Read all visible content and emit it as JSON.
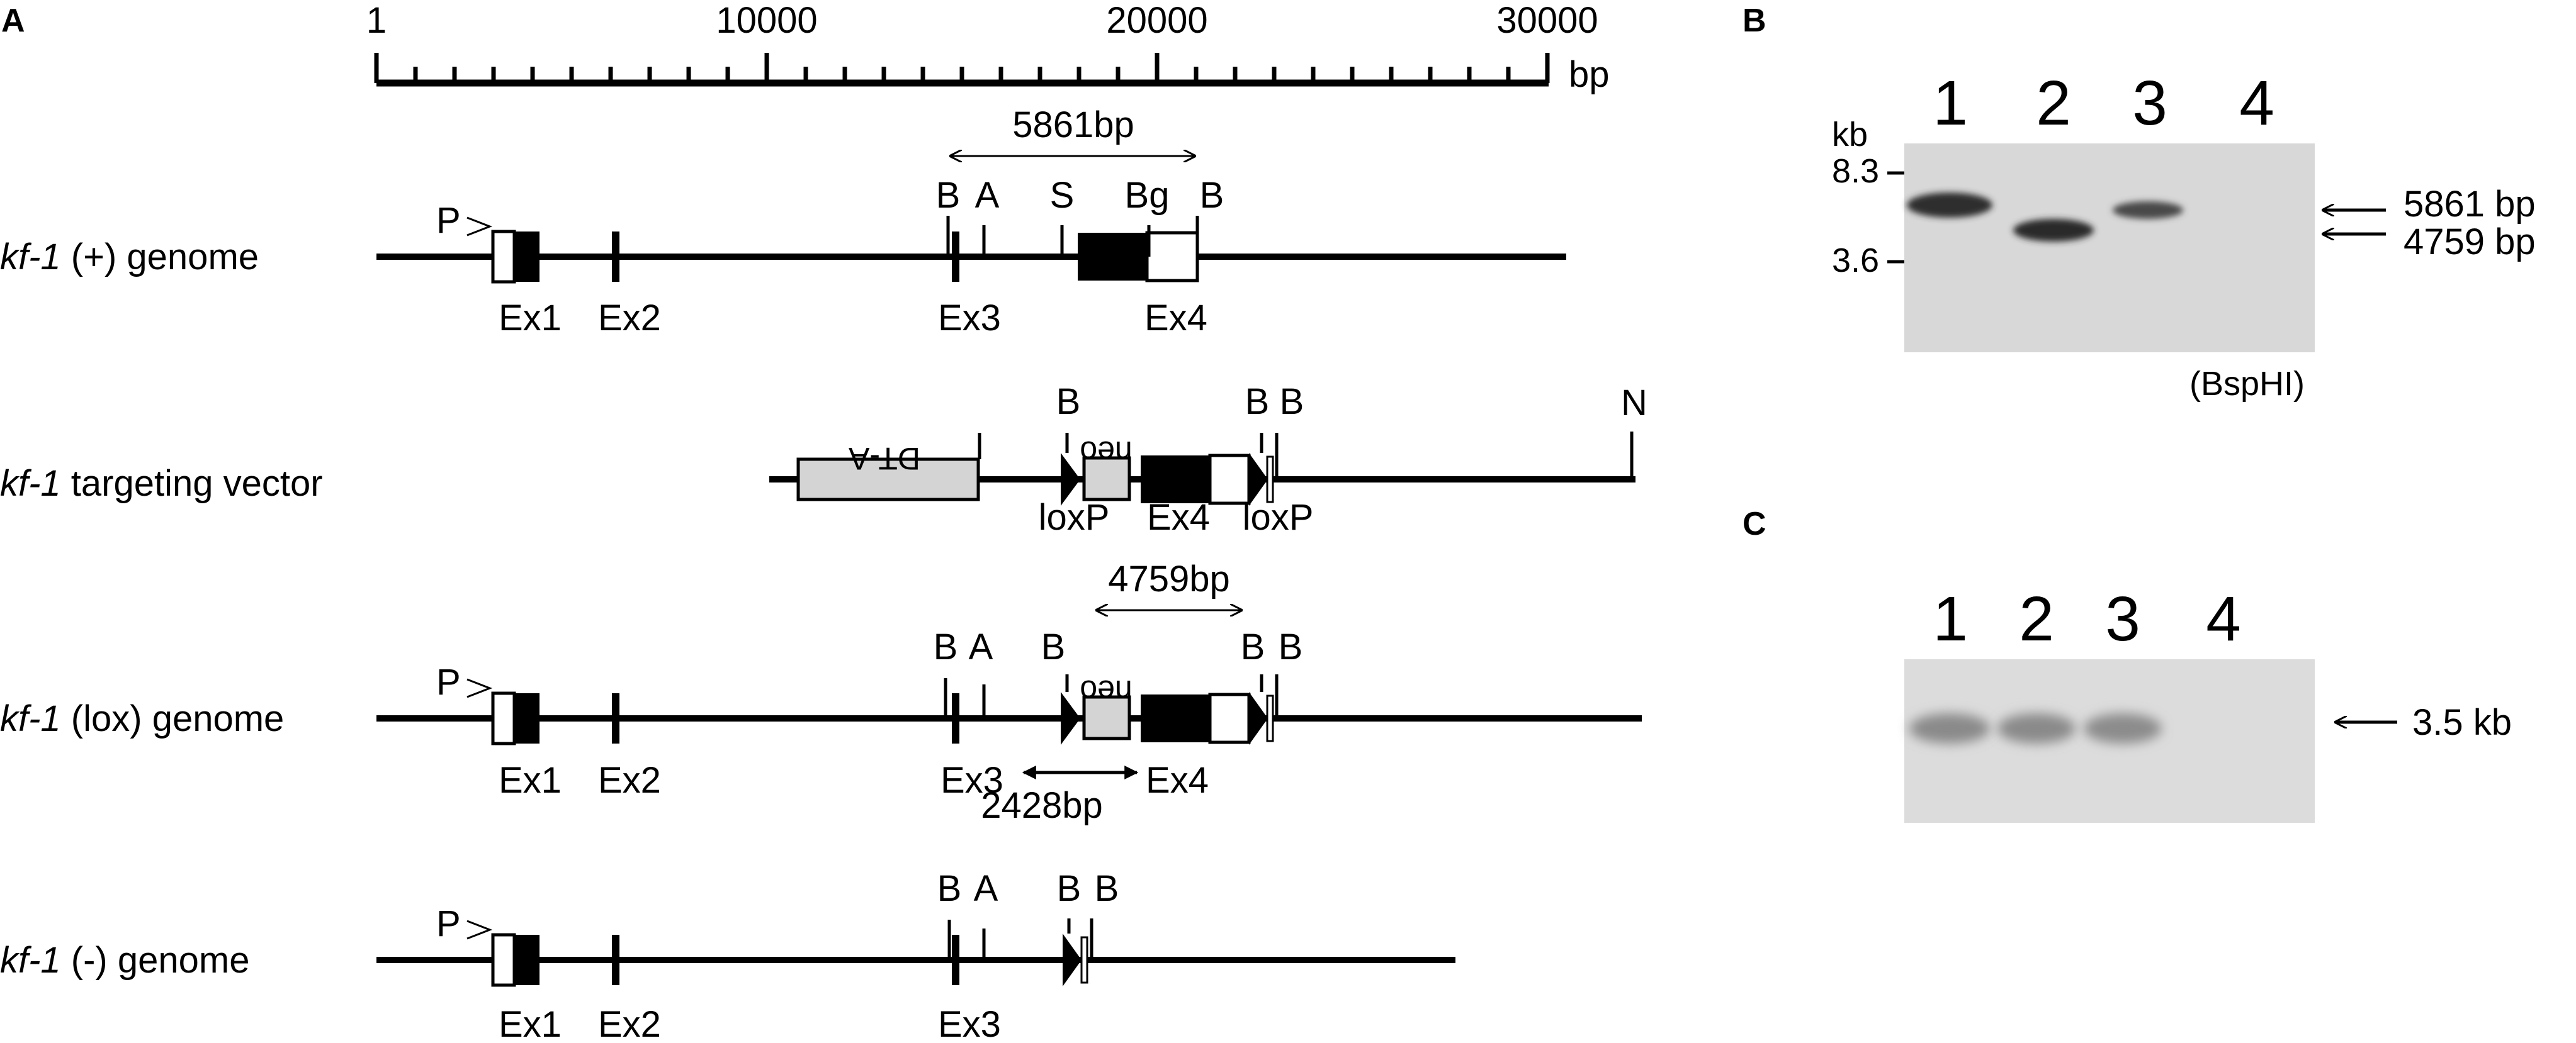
{
  "panels": {
    "a": "A",
    "b": "B",
    "c": "C"
  },
  "scale": {
    "ticks": [
      "1",
      "10000",
      "20000",
      "30000"
    ],
    "unit": "bp"
  },
  "rows": {
    "plus": {
      "gene": "kf-1",
      "rest": " (+) genome"
    },
    "vector": {
      "gene": "kf-1",
      "rest": " targeting vector"
    },
    "lox": {
      "gene": "kf-1",
      "rest": " (lox) genome"
    },
    "minus": {
      "gene": "kf-1",
      "rest": " (-) genome"
    }
  },
  "labels": {
    "promoter": "P",
    "ex1": "Ex1",
    "ex2": "Ex2",
    "ex3": "Ex3",
    "ex4": "Ex4",
    "b": "B",
    "a": "A",
    "s": "S",
    "bg": "Bg",
    "n": "N",
    "dta": "DT-A",
    "neo": "neo",
    "loxp": "loxP"
  },
  "fragments": {
    "wt": "5861bp",
    "lox": "4759bp",
    "probe": "2428bp"
  },
  "gel_b": {
    "lanes": [
      "1",
      "2",
      "3",
      "4"
    ],
    "unit": "kb",
    "markers": [
      "8.3",
      "3.6"
    ],
    "bands": [
      "5861 bp",
      "4759 bp"
    ],
    "enzyme": "(BspHI)"
  },
  "gel_c": {
    "lanes": [
      "1",
      "2",
      "3",
      "4"
    ],
    "band": "3.5 kb"
  }
}
